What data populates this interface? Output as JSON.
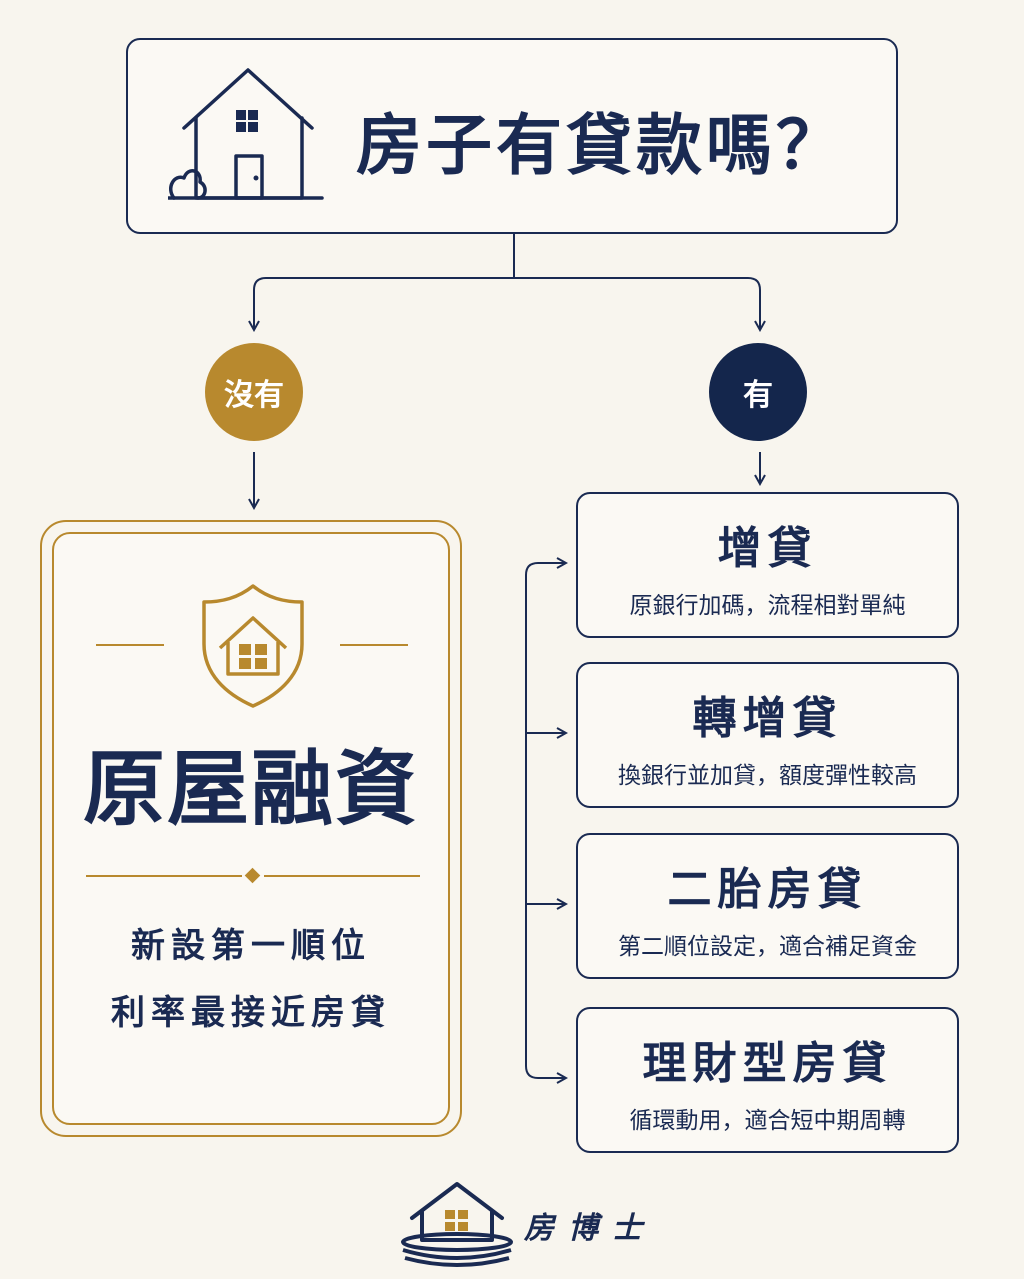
{
  "question": {
    "title": "房子有貸款嗎？"
  },
  "branches": {
    "no_label": "沒有",
    "yes_label": "有"
  },
  "no_branch": {
    "title": "原屋融資",
    "lines": [
      "新設第一順位",
      "利率最接近房貸"
    ]
  },
  "yes_branch": {
    "options": [
      {
        "title": "增貸",
        "desc": "原銀行加碼，流程相對單純"
      },
      {
        "title": "轉增貸",
        "desc": "換銀行並加貸，額度彈性較高"
      },
      {
        "title": "二胎房貸",
        "desc": "第二順位設定，適合補足資金"
      },
      {
        "title": "理財型房貸",
        "desc": "循環動用，適合短中期周轉"
      }
    ]
  },
  "footer": {
    "brand": "房博士"
  },
  "colors": {
    "navy": "#1a2a52",
    "gold": "#b8892e",
    "background": "#f8f5ee"
  },
  "icons": {
    "question": "house-icon",
    "no_branch": "shield-house-icon",
    "footer": "logo-house-icon"
  }
}
